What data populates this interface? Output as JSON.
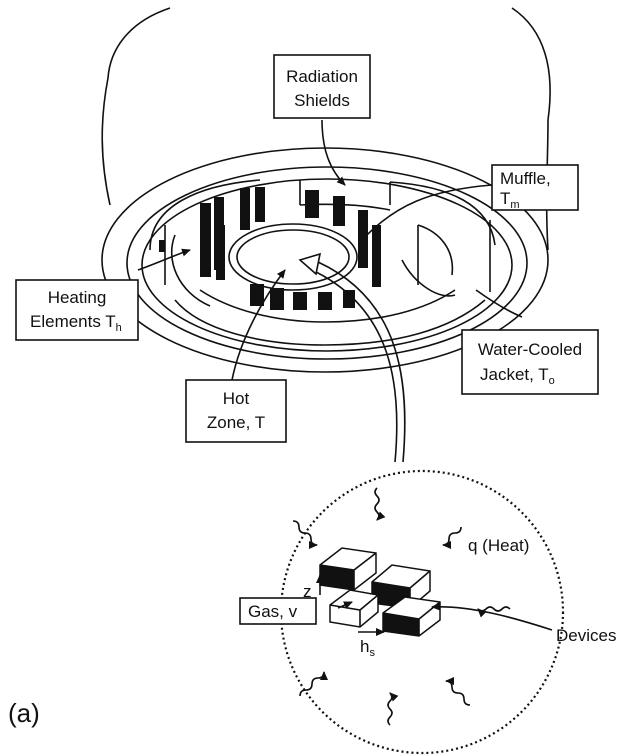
{
  "figure_label": "(a)",
  "labels": {
    "radiation_shields": [
      "Radiation",
      "Shields"
    ],
    "muffle": [
      "Muffle,",
      "T",
      "m"
    ],
    "heating_elements": [
      "Heating",
      "Elements T",
      "h"
    ],
    "water_cooled_jacket": [
      "Water-Cooled",
      "Jacket,  T",
      "o"
    ],
    "hot_zone": [
      "Hot",
      "Zone,  T"
    ],
    "heat": "q (Heat)",
    "devices": "Devices",
    "gas": "Gas, v",
    "z": "z",
    "hs": [
      "h",
      "s"
    ]
  }
}
